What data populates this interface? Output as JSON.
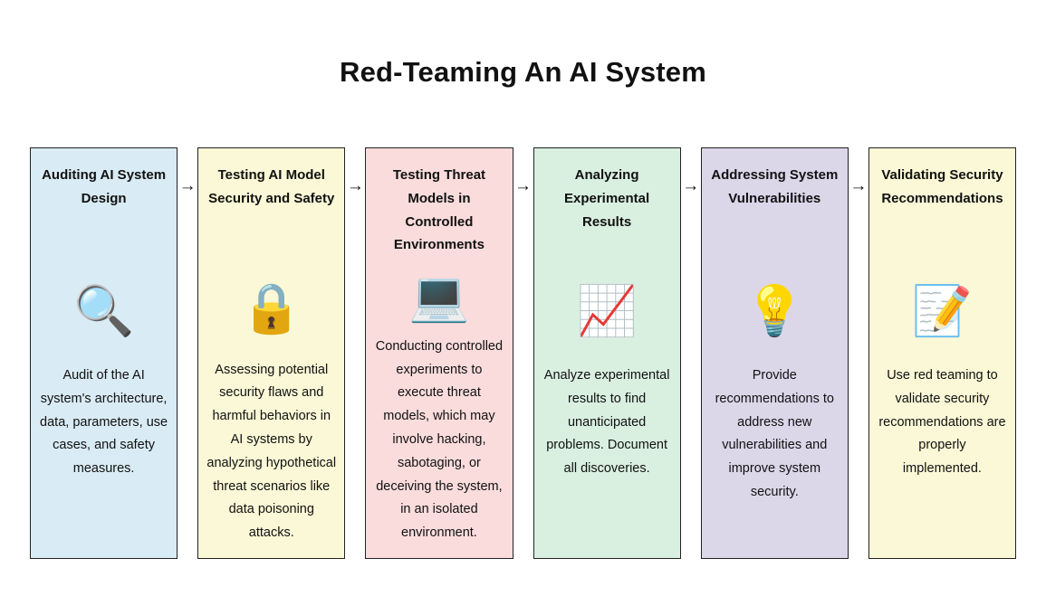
{
  "page": {
    "title": "Red-Teaming An AI System"
  },
  "arrow_glyph": "→",
  "cards": [
    {
      "title": "Auditing AI System Design",
      "icon_name": "magnifying-glass-icon",
      "icon_glyph": "🔍",
      "description": "Audit of the AI system's architecture, data, parameters, use cases, and safety measures.",
      "bg": "#d9ebf4"
    },
    {
      "title": "Testing AI Model Security and Safety",
      "icon_name": "lock-icon",
      "icon_glyph": "🔒",
      "description": "Assessing potential security flaws and harmful behaviors in AI systems by analyzing hypothetical threat scenarios like data poisoning attacks.",
      "bg": "#faf8d6"
    },
    {
      "title": "Testing Threat Models in Controlled Environments",
      "icon_name": "laptop-icon",
      "icon_glyph": "💻",
      "description": "Conducting controlled experiments to execute threat models, which may involve hacking, sabotaging, or deceiving the system, in an isolated environment.",
      "bg": "#fadcdc"
    },
    {
      "title": "Analyzing Experimental Results",
      "icon_name": "chart-increasing-icon",
      "icon_glyph": "📈",
      "description": "Analyze experimental results to find unanticipated problems. Document all discoveries.",
      "bg": "#d9f0e1"
    },
    {
      "title": "Addressing System Vulnerabilities",
      "icon_name": "lightbulb-icon",
      "icon_glyph": "💡",
      "description": "Provide recommendations to address new vulnerabilities and improve system security.",
      "bg": "#dcd6e9"
    },
    {
      "title": "Validating Security Recommendations",
      "icon_name": "memo-pencil-icon",
      "icon_glyph": "📝",
      "description": "Use red teaming to validate security recommendations are properly implemented.",
      "bg": "#faf8d6"
    }
  ]
}
